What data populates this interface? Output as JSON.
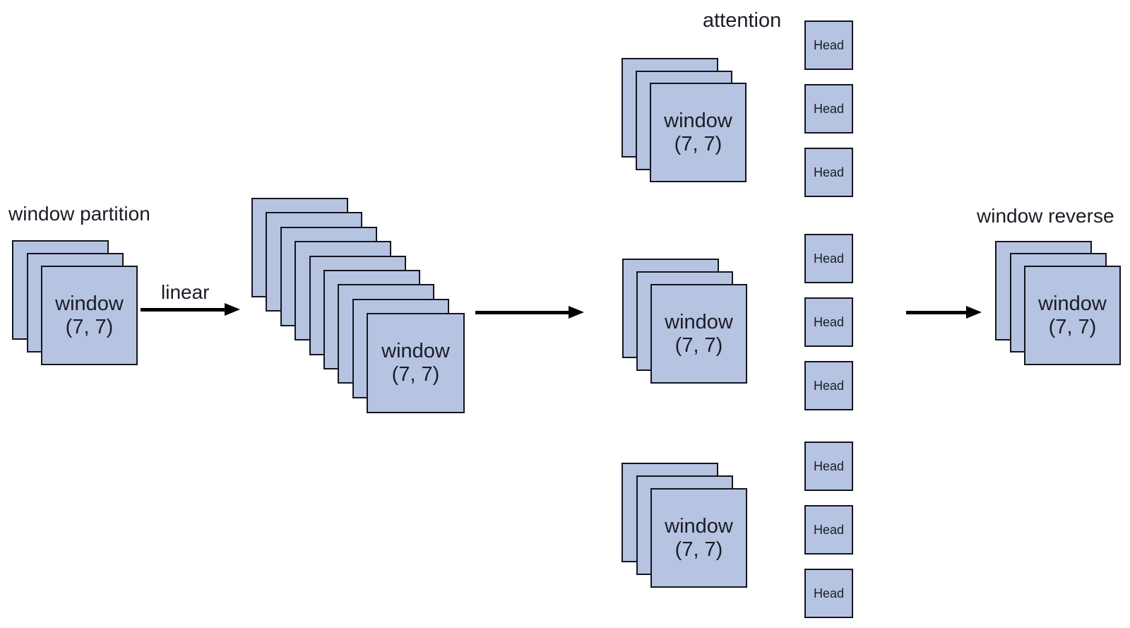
{
  "labels": {
    "window_partition": "window partition",
    "linear": "linear",
    "attention": "attention",
    "window_reverse": "window reverse"
  },
  "boxes": {
    "window_line1": "window",
    "window_line2": "(7, 7)",
    "head": "Head"
  },
  "colors": {
    "box_fill": "#b6c4e2",
    "box_border": "#15151f",
    "arrow": "#000000",
    "text": "#1c1c26",
    "background": "#ffffff"
  }
}
